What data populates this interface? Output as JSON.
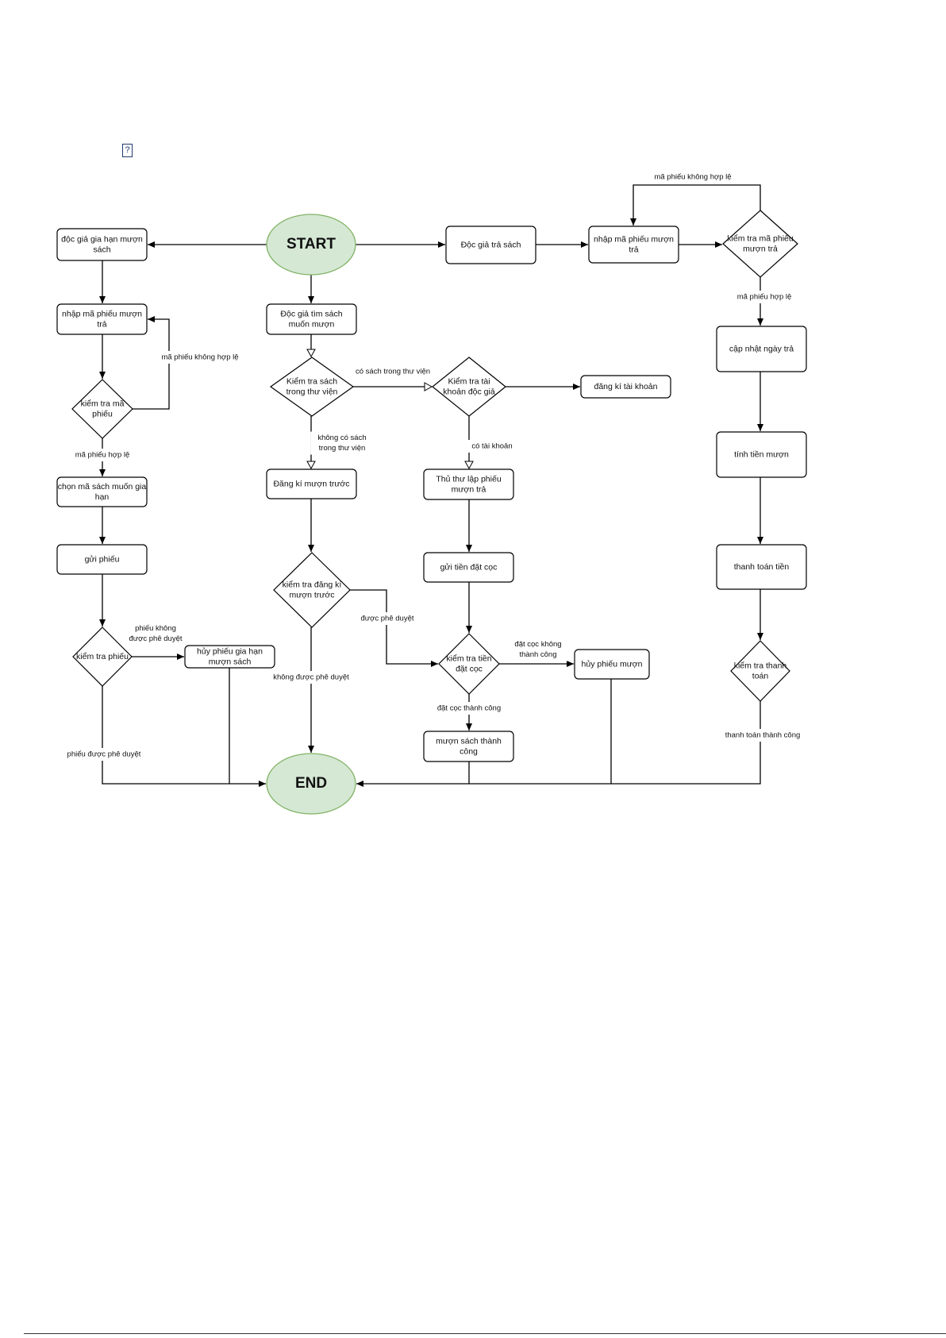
{
  "placeholder_icon": "missing-image-icon",
  "placeholder_glyph": "?",
  "nodes": {
    "start": "START",
    "end": "END",
    "ext_req": [
      "độc giả gia hạn mượn",
      "sách"
    ],
    "ext_enter": [
      "nhập mã phiếu mượn",
      "trả"
    ],
    "ext_check_code": [
      "kiểm tra mã",
      "phiếu"
    ],
    "ext_choose": [
      "chọn mã sách muốn gia",
      "hạn"
    ],
    "ext_send": [
      "gửi phiếu"
    ],
    "ext_check_slip": [
      "kiểm tra phiếu"
    ],
    "ext_cancel": [
      "hủy phiếu gia hạn",
      "mượn sách"
    ],
    "find_book": [
      "Độc giả tìm sách",
      "muốn mượn"
    ],
    "check_book": [
      "Kiểm tra sách",
      "trong thư viện"
    ],
    "pre_register": [
      "Đăng kí mượn trước"
    ],
    "check_pre": [
      "kiểm tra đăng kí",
      "mượn trước"
    ],
    "check_account": [
      "Kiểm tra tài",
      "khoản độc giả"
    ],
    "register_account": [
      "đăng kí tài khoản"
    ],
    "librarian": [
      "Thủ thư lập phiếu",
      "mượn trả"
    ],
    "deposit": [
      "gửi tiền đặt cọc"
    ],
    "check_deposit": [
      "kiểm tra tiền",
      "đặt cọc"
    ],
    "cancel_borrow": [
      "hủy phiếu mượn"
    ],
    "borrow_ok": [
      "mượn sách thành",
      "công"
    ],
    "return_req": [
      "Độc giả trả sách"
    ],
    "ret_enter": [
      "nhập mã phiếu mượn",
      "trả"
    ],
    "ret_check": [
      "kiểm tra mã phiếu",
      "mượn trả"
    ],
    "update_date": [
      "cập nhật ngày trả"
    ],
    "calc_fee": [
      "tính tiền mượn"
    ],
    "pay": [
      "thanh toán tiền"
    ],
    "check_pay": [
      "kiểm tra thanh",
      "toán"
    ]
  },
  "edge_labels": {
    "invalid_left": "mã phiếu không hợp lệ",
    "valid_left": "mã phiếu hợp lệ",
    "not_approved": [
      "phiếu không",
      "được phê duyệt"
    ],
    "slip_approved": "phiếu được phê duyệt",
    "has_book": "có sách trong thư viện",
    "no_book": [
      "không có sách",
      "trong thư viện"
    ],
    "approved": "được phê duyệt",
    "pre_not_approved": "không được phê duyệt",
    "has_account": "có tài khoản",
    "deposit_fail": [
      "đặt cọc không",
      "thành công"
    ],
    "deposit_ok": "đặt cọc thành công",
    "invalid_right": "mã phiếu không hợp lệ",
    "valid_right": "mã phiếu hợp lệ",
    "pay_ok": "thanh toán thành công"
  },
  "colors": {
    "terminal_fill": "#d5e8d4",
    "terminal_stroke": "#82b366",
    "line": "#000000"
  }
}
